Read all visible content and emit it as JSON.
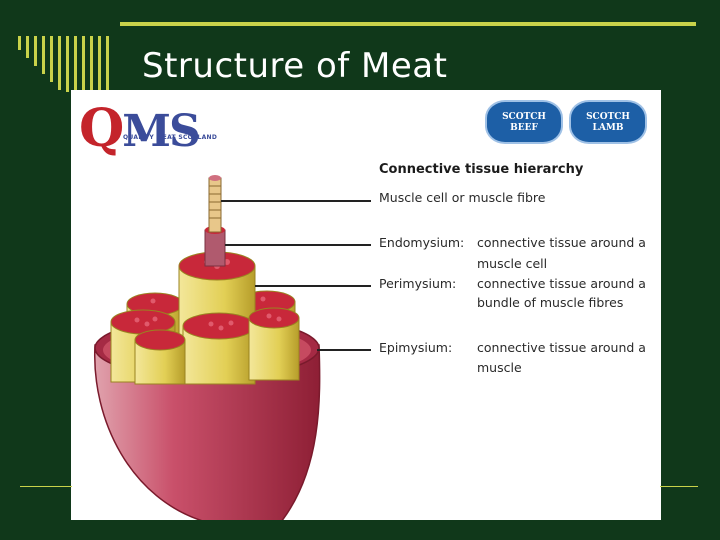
{
  "slide": {
    "title": "Structure of Meat"
  },
  "logos": {
    "qms_letters_q": "Q",
    "qms_letters_ms": "MS",
    "qms_subtitle": "QUALITY MEAT SCOTLAND",
    "badge_beef_line1": "SCOTCH",
    "badge_beef_line2": "BEEF",
    "badge_lamb_line1": "SCOTCH",
    "badge_lamb_line2": "LAMB"
  },
  "diagram": {
    "heading": "Connective tissue hierarchy",
    "labels": [
      {
        "term": "Muscle cell or muscle fibre",
        "desc_line1": "",
        "desc_line2": ""
      },
      {
        "term": "Endomysium:",
        "desc_line1": "connective tissue around a",
        "desc_line2": "muscle cell"
      },
      {
        "term": "Perimysium:",
        "desc_line1": "connective tissue around a",
        "desc_line2": "bundle of muscle fibres"
      },
      {
        "term": "Epimysium:",
        "desc_line1": "connective tissue around a",
        "desc_line2": "muscle"
      }
    ]
  },
  "colors": {
    "background": "#10381a",
    "accent": "#c9d24a",
    "epimysium": "#b8344a",
    "perimysium": "#e9d66a",
    "fibre": "#c8283a"
  }
}
